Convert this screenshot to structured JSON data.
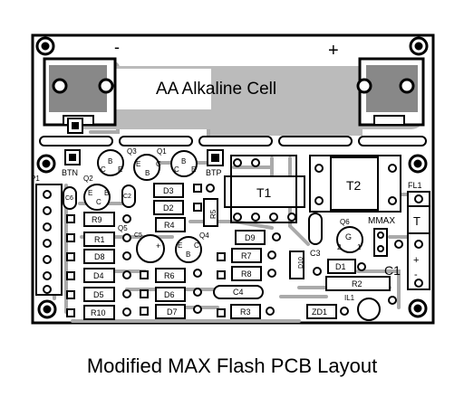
{
  "battery": {
    "minus": "-",
    "plus": "+",
    "title": "AA Alkaline Cell"
  },
  "components": {
    "T1": "T1",
    "T2": "T2",
    "BTN": "BTN",
    "BTP": "BTP",
    "P1": "P1",
    "Q1": "Q1",
    "Q2": "Q2",
    "Q3": "Q3",
    "Q4": "Q4",
    "Q5": "Q5",
    "Q6": "Q6",
    "C1": "C1",
    "C2": "C2",
    "C3": "C3",
    "C4": "C4",
    "C5": "C5",
    "C6": "C6",
    "D1": "D1",
    "D2": "D2",
    "D3": "D3",
    "D4": "D4",
    "D5": "D5",
    "D6": "D6",
    "D7": "D7",
    "D8": "D8",
    "D9": "D9",
    "D10": "D10",
    "R1": "R1",
    "R2": "R2",
    "R3": "R3",
    "R4": "R4",
    "R5": "R5",
    "R6": "R6",
    "R7": "R7",
    "R8": "R8",
    "R9": "R9",
    "R10": "R10",
    "ZD1": "ZD1",
    "IL1": "IL1",
    "FL1": "FL1",
    "MMAX": "MMAX",
    "T": "T",
    "plus_small": "+",
    "minus_small": "-",
    "pin_B": "B",
    "pin_C": "C",
    "pin_E": "E",
    "pin_G": "G",
    "pin_1": "1",
    "pin_2": "2",
    "pin_3": "3"
  },
  "caption": "Modified MAX Flash PCB Layout"
}
